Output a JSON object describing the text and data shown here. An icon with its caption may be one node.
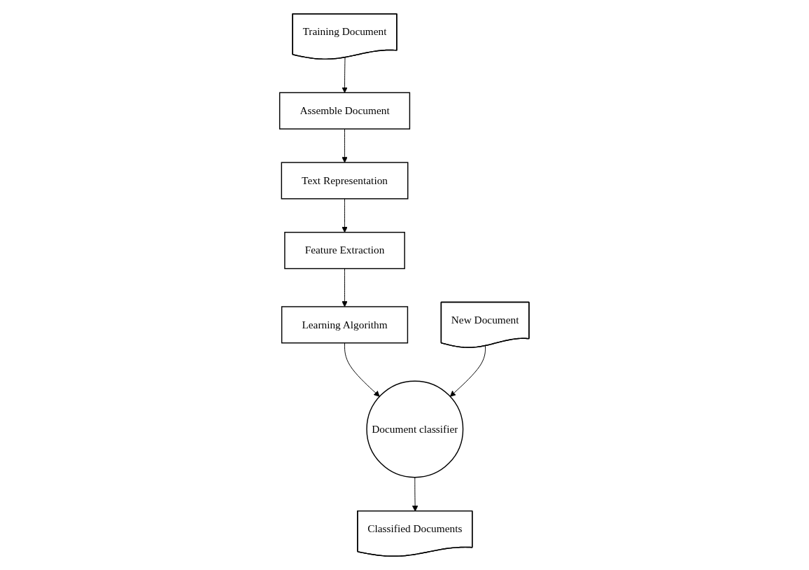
{
  "diagram": {
    "nodes": [
      {
        "text": [
          "Training Document"
        ]
      },
      {
        "text": [
          "Assemble Document"
        ]
      },
      {
        "text": [
          "Text Representation"
        ]
      },
      {
        "text": [
          "Feature Extraction"
        ]
      },
      {
        "text": [
          "Learning Algorithm"
        ]
      },
      {
        "text": [
          "Document classifier"
        ]
      },
      {
        "text": [
          "New Document"
        ]
      },
      {
        "text": [
          "Classified Documents"
        ]
      }
    ],
    "edges": [
      {
        "from": 0,
        "to": 1,
        "arrow": "to"
      },
      {
        "from": 1,
        "to": 2,
        "arrow": "to"
      },
      {
        "from": 2,
        "to": 3,
        "arrow": "to"
      },
      {
        "from": 3,
        "to": 4,
        "arrow": "to"
      },
      {
        "from": 4,
        "to": 5,
        "arrow": "to"
      },
      {
        "from": 6,
        "to": 5,
        "arrow": "to"
      },
      {
        "from": 5,
        "to": 7,
        "arrow": "to"
      }
    ]
  }
}
